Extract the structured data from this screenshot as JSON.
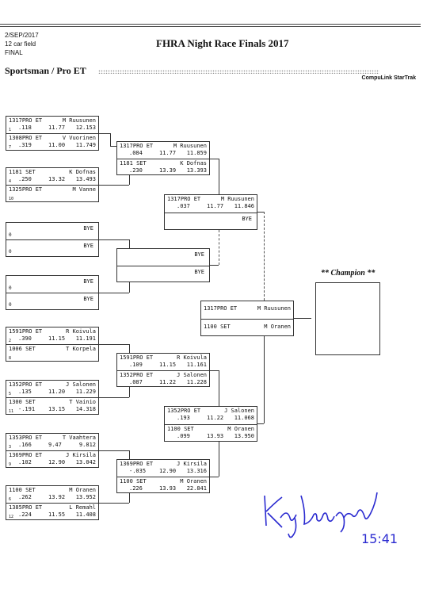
{
  "header": {
    "date": "2/SEP/2017",
    "field": "12 car field",
    "stage": "FINAL",
    "title": "FHRA Night Race Finals 2017",
    "class_name": "Sportsman / Pro ET",
    "timing": "CompuLink StarTrak"
  },
  "round1": [
    {
      "top": {
        "num": "1317PRO ET",
        "name": "M Ruusunen",
        "lane": "1",
        "rt": ".118",
        "dial": "11.77",
        "et": "12.153"
      },
      "bot": {
        "num": "1308PRO ET",
        "name": "V Vuorinen",
        "lane": "7",
        "rt": ".319",
        "dial": "11.00",
        "et": "11.749"
      }
    },
    {
      "top": {
        "num": "1181   SET",
        "name": "K Dofnas",
        "lane": "4",
        "rt": ".250",
        "dial": "13.32",
        "et": "13.493"
      },
      "bot": {
        "num": "1325PRO ET",
        "name": "M Vanne",
        "lane": "10",
        "rt": "",
        "dial": "",
        "et": ""
      }
    },
    {
      "top": {
        "label": "BYE",
        "lane": "0"
      },
      "bot": {
        "label": "BYE",
        "lane": "0"
      }
    },
    {
      "top": {
        "label": "BYE",
        "lane": "0"
      },
      "bot": {
        "label": "BYE",
        "lane": "0"
      }
    },
    {
      "top": {
        "num": "1591PRO ET",
        "name": "R Koivula",
        "lane": "2",
        "rt": ".390",
        "dial": "11.15",
        "et": "11.191"
      },
      "bot": {
        "num": "1006   SET",
        "name": "T Korpela",
        "lane": "8",
        "rt": "",
        "dial": "",
        "et": ""
      }
    },
    {
      "top": {
        "num": "1352PRO ET",
        "name": "J Salonen",
        "lane": "5",
        "rt": ".135",
        "dial": "11.20",
        "et": "11.229"
      },
      "bot": {
        "num": "1300   SET",
        "name": "T Vainio",
        "lane": "11",
        "rt": "-.191",
        "dial": "13.15",
        "et": "14.318"
      }
    },
    {
      "top": {
        "num": "1353PRO ET",
        "name": "T Vaahtera",
        "lane": "3",
        "rt": ".166",
        "dial": "9.47",
        "et": "9.812"
      },
      "bot": {
        "num": "1369PRO ET",
        "name": "J Kirsila",
        "lane": "9",
        "rt": ".102",
        "dial": "12.90",
        "et": "13.042"
      }
    },
    {
      "top": {
        "num": "1100   SET",
        "name": "M Oranen",
        "lane": "6",
        "rt": ".262",
        "dial": "13.92",
        "et": "13.952"
      },
      "bot": {
        "num": "1385PRO ET",
        "name": "L Remahl",
        "lane": "12",
        "rt": ".224",
        "dial": "11.55",
        "et": "11.408"
      }
    }
  ],
  "round2": [
    {
      "top": {
        "num": "1317PRO ET",
        "name": "M Ruusunen",
        "rt": ".084",
        "dial": "11.77",
        "et": "11.859"
      },
      "bot": {
        "num": "1181   SET",
        "name": "K Dofnas",
        "rt": ".230",
        "dial": "13.39",
        "et": "13.393"
      }
    },
    {
      "top": {
        "label": "BYE"
      },
      "bot": {
        "label": "BYE"
      }
    },
    {
      "top": {
        "num": "1591PRO ET",
        "name": "R Koivula",
        "rt": ".109",
        "dial": "11.15",
        "et": "11.161"
      },
      "bot": {
        "num": "1352PRO ET",
        "name": "J Salonen",
        "rt": ".087",
        "dial": "11.22",
        "et": "11.228"
      }
    },
    {
      "top": {
        "num": "1369PRO ET",
        "name": "J Kirsila",
        "rt": "-.035",
        "dial": "12.90",
        "et": "13.316"
      },
      "bot": {
        "num": "1100   SET",
        "name": "M Oranen",
        "rt": ".226",
        "dial": "13.93",
        "et": "22.841"
      }
    }
  ],
  "semis": [
    {
      "top": {
        "num": "1317PRO ET",
        "name": "M Ruusunen",
        "rt": ".037",
        "dial": "11.77",
        "et": "11.846"
      },
      "bot": {
        "label": "BYE"
      }
    },
    {
      "top": {
        "num": "1352PRO ET",
        "name": "J Salonen",
        "rt": ".193",
        "dial": "11.22",
        "et": "11.068"
      },
      "bot": {
        "num": "1100   SET",
        "name": "M Oranen",
        "rt": ".099",
        "dial": "13.93",
        "et": "13.950"
      }
    }
  ],
  "final": {
    "top": {
      "num": "1317PRO ET",
      "name": "M Ruusunen"
    },
    "bot": {
      "num": "1100   SET",
      "name": "M Oranen"
    }
  },
  "champion": {
    "label": "** Champion **"
  },
  "handwriting": {
    "signature": "Kaj Lindqvist",
    "time": "15:41"
  }
}
